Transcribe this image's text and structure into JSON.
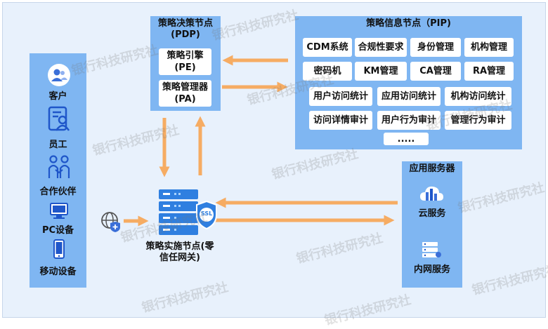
{
  "clients": {
    "items": [
      {
        "icon": "customer-icon",
        "label": "客户"
      },
      {
        "icon": "employee-icon",
        "label": "员工"
      },
      {
        "icon": "partner-icon",
        "label": "合作伙伴"
      },
      {
        "icon": "pc-icon",
        "label": "PC设备"
      },
      {
        "icon": "mobile-icon",
        "label": "移动设备"
      }
    ]
  },
  "pdp": {
    "title": "策略决策节点(PDP)",
    "pe": "策略引擎(PE)",
    "pa": "策略管理器(PA)"
  },
  "pip": {
    "title": "策略信息节点（PIP)",
    "items": [
      "CDM系统",
      "合规性要求",
      "身份管理",
      "机构管理",
      "密码机",
      "KM管理",
      "CA管理",
      "RA管理",
      "用户访问统计",
      "应用访问统计",
      "机构访问统计",
      "访问详情审计",
      "用户行为审计",
      "管理行为审计",
      "....."
    ]
  },
  "pep": {
    "title": "策略实施节点(零信任网关)",
    "ssl": "SSL"
  },
  "apps": {
    "title": "应用服务器",
    "cloud": "云服务",
    "intranet": "内网服务"
  },
  "colors": {
    "arrow": "#f6ac63",
    "panel": "#7fb6f2",
    "bg": "#e8f1fc"
  },
  "watermark": "银行科技研究社"
}
